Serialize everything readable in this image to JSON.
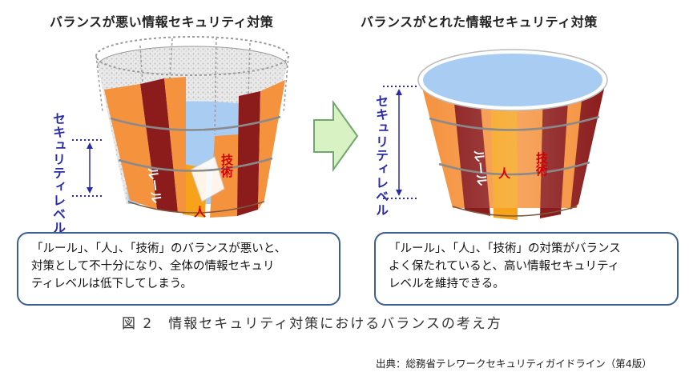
{
  "diagram": {
    "left": {
      "heading": "バランスが悪い情報セキュリティ対策",
      "level_label": "セキュリティレベル",
      "stave_rule": "ルール",
      "stave_person": "人",
      "stave_tech": "技術",
      "caption_lines": [
        "「ルール」、「人」、「技術」のバランスが悪いと、",
        "対策として不十分になり、全体の情報セキュリ",
        "ティレベルは低下してしまう。"
      ]
    },
    "right": {
      "heading": "バランスがとれた情報セキュリティ対策",
      "level_label": "セキュリティレベル",
      "stave_rule": "ルール",
      "stave_person": "人",
      "stave_tech": "技術",
      "caption_lines": [
        "「ルール」、「人」、「技術」の対策がバランス",
        "よく保たれていると、高い情報セキュリティ",
        "レベルを維持できる。"
      ]
    },
    "figure_caption": "図 2　情報セキュリティ対策におけるバランスの考え方",
    "source": "出典：総務省テレワークセキュリティガイドライン（第4版）"
  },
  "colors": {
    "dark_stave": "#8c1c1c",
    "orange_stave": "#f5923e",
    "gold_stave": "#f7a21b",
    "water": "#a9cdf2",
    "label_blue": "#2b2ba8",
    "arrow_fill": "#d9f2c4",
    "arrow_stroke": "#6fa86a",
    "caption_border": "#3b5f8f"
  }
}
